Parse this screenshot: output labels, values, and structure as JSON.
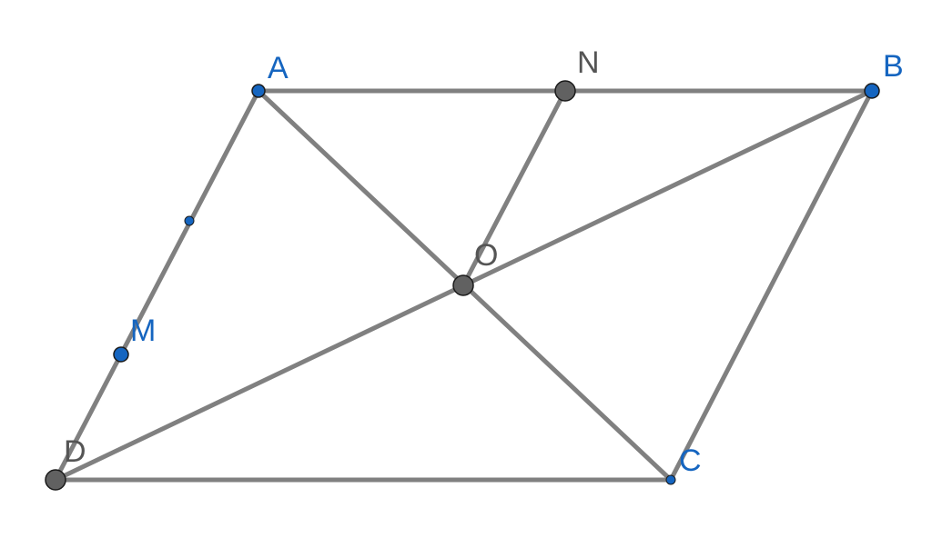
{
  "colors": {
    "segment": "#808080",
    "point_blue": "#1565c0",
    "point_gray": "#616161",
    "label_blue": "#1565c0",
    "label_gray": "#555555"
  },
  "labels": {
    "A": "A",
    "N": "N",
    "B": "B",
    "O": "O",
    "M": "M",
    "D": "D",
    "C": "C"
  }
}
